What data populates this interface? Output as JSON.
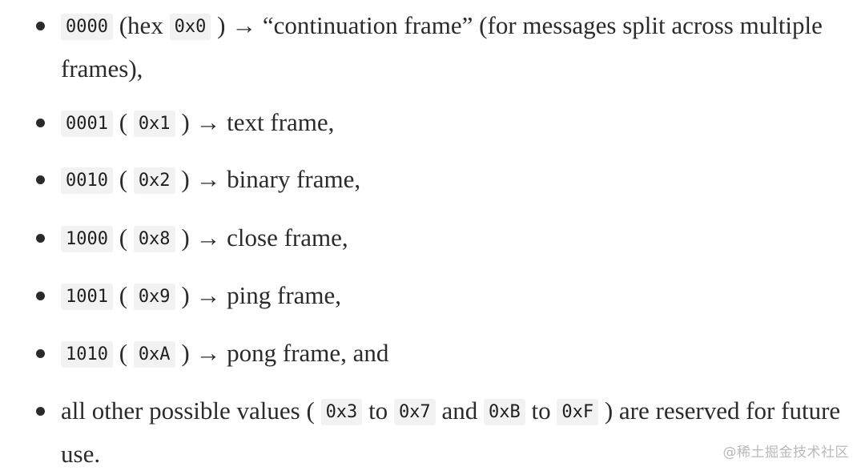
{
  "items": [
    {
      "code": "0000",
      "text_a": " (hex ",
      "hex": "0x0",
      "text_b": " ) → “continuation frame” (for messages split across multiple frames),"
    },
    {
      "code": "0001",
      "text_a": " ( ",
      "hex": "0x1",
      "text_b": " ) → text frame,"
    },
    {
      "code": "0010",
      "text_a": " ( ",
      "hex": "0x2",
      "text_b": " ) → binary frame,"
    },
    {
      "code": "1000",
      "text_a": " ( ",
      "hex": "0x8",
      "text_b": " ) → close frame,"
    },
    {
      "code": "1001",
      "text_a": " ( ",
      "hex": "0x9",
      "text_b": " ) → ping frame,"
    },
    {
      "code": "1010",
      "text_a": " ( ",
      "hex": "0xA",
      "text_b": " ) → pong frame, and"
    }
  ],
  "last_item": {
    "text_a": "all other possible values ( ",
    "code_1": "0x3",
    "text_b": " to ",
    "code_2": "0x7",
    "text_c": " and ",
    "code_3": "0xB",
    "text_d": " to ",
    "code_4": "0xF",
    "text_e": " ) are reserved for future use."
  },
  "watermark": "@稀土掘金技术社区"
}
